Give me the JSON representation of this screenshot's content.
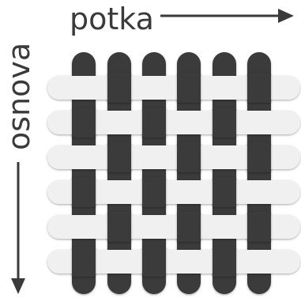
{
  "labels": {
    "weft": "potka",
    "warp": "osnova"
  },
  "weave": {
    "warp_threads": 6,
    "weft_threads": 6,
    "pattern": "plain",
    "warp_color": "#3b3b3b",
    "weft_color": "#f0f0f0",
    "text_color": "#3a3a3a"
  }
}
